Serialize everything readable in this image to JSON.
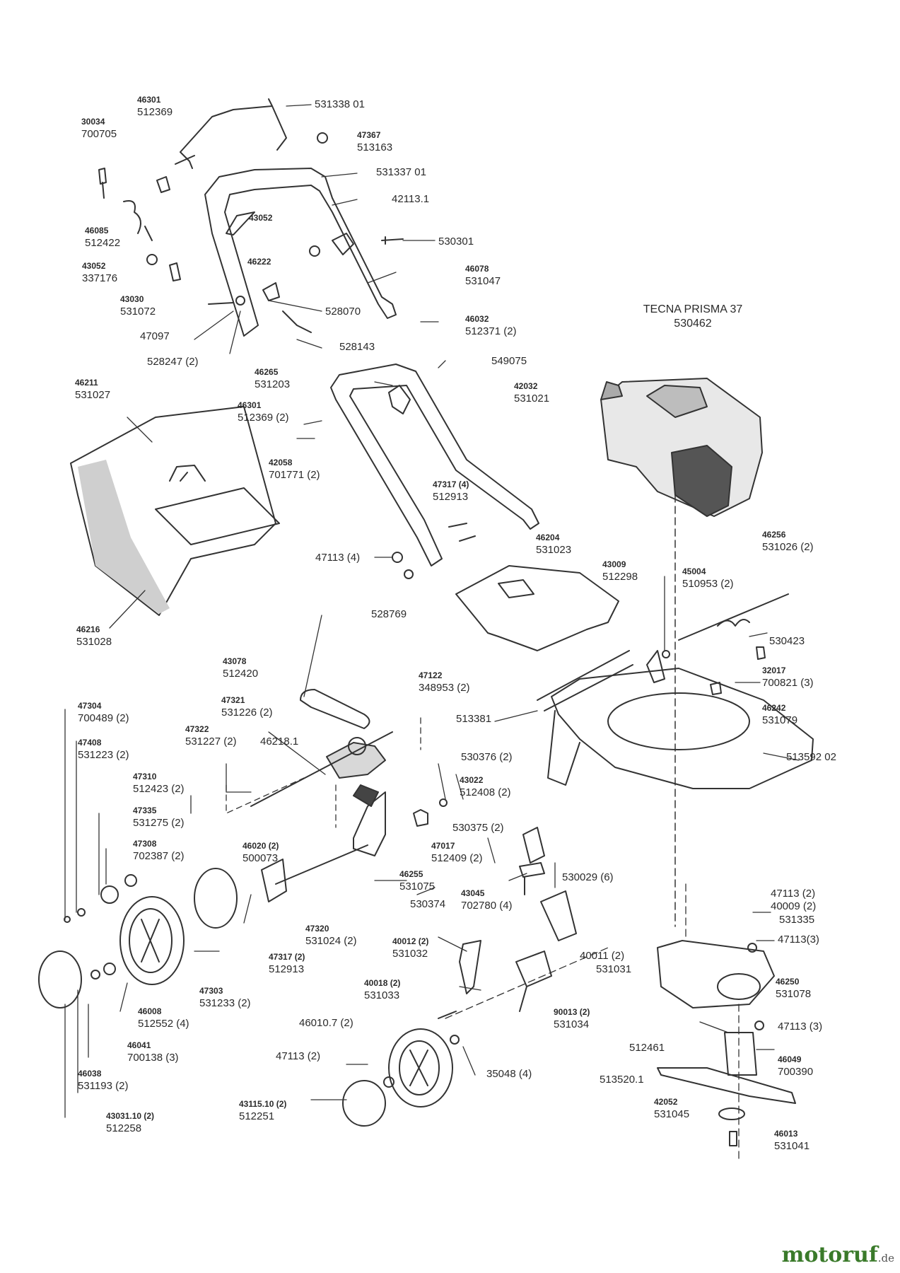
{
  "engine": {
    "name": "TECNA PRISMA 37",
    "part": "530462"
  },
  "brand": {
    "name": "motoruf",
    "tld": ".de"
  },
  "parts": [
    {
      "id": "p01",
      "a": "30034",
      "b": "700705"
    },
    {
      "id": "p02",
      "a": "46301",
      "b": "512369"
    },
    {
      "id": "p03",
      "a": "",
      "b": "531338 01"
    },
    {
      "id": "p04",
      "a": "47367",
      "b": "513163"
    },
    {
      "id": "p05",
      "a": "",
      "b": "531337 01"
    },
    {
      "id": "p06",
      "a": "",
      "b": "42113.1"
    },
    {
      "id": "p07",
      "a": "43052",
      "b": ""
    },
    {
      "id": "p08",
      "a": "46085",
      "b": "512422"
    },
    {
      "id": "p09",
      "a": "",
      "b": "530301"
    },
    {
      "id": "p10",
      "a": "43052",
      "b": "337176"
    },
    {
      "id": "p11",
      "a": "46222",
      "b": ""
    },
    {
      "id": "p12",
      "a": "46078",
      "b": "531047"
    },
    {
      "id": "p13",
      "a": "43030",
      "b": "531072"
    },
    {
      "id": "p14",
      "a": "",
      "b": "528070"
    },
    {
      "id": "p15",
      "a": "",
      "b": "47097"
    },
    {
      "id": "p16",
      "a": "",
      "b": "528143"
    },
    {
      "id": "p17",
      "a": "",
      "b": "528247 (2)"
    },
    {
      "id": "p18",
      "a": "46032",
      "b": "512371 (2)"
    },
    {
      "id": "p19",
      "a": "",
      "b": "549075"
    },
    {
      "id": "p20",
      "a": "46265",
      "b": "531203"
    },
    {
      "id": "p21",
      "a": "46211",
      "b": "531027"
    },
    {
      "id": "p22",
      "a": "42032",
      "b": "531021"
    },
    {
      "id": "p23",
      "a": "46301",
      "b": "512369 (2)"
    },
    {
      "id": "p24",
      "a": "42058",
      "b": "701771 (2)"
    },
    {
      "id": "p25",
      "a": "47317 (4)",
      "b": "512913"
    },
    {
      "id": "p26",
      "a": "46256",
      "b": "531026 (2)"
    },
    {
      "id": "p27",
      "a": "46204",
      "b": "531023"
    },
    {
      "id": "p28",
      "a": "",
      "b": "47113 (4)"
    },
    {
      "id": "p29",
      "a": "43009",
      "b": "512298"
    },
    {
      "id": "p30",
      "a": "45004",
      "b": "510953 (2)"
    },
    {
      "id": "p31",
      "a": "",
      "b": "528769"
    },
    {
      "id": "p32",
      "a": "46216",
      "b": "531028"
    },
    {
      "id": "p33",
      "a": "",
      "b": "530423"
    },
    {
      "id": "p34",
      "a": "43078",
      "b": "512420"
    },
    {
      "id": "p35",
      "a": "32017",
      "b": "700821 (3)"
    },
    {
      "id": "p36",
      "a": "47122",
      "b": "348953 (2)"
    },
    {
      "id": "p37",
      "a": "47304",
      "b": "700489 (2)"
    },
    {
      "id": "p38",
      "a": "47321",
      "b": "531226 (2)"
    },
    {
      "id": "p39",
      "a": "46242",
      "b": "531079"
    },
    {
      "id": "p40",
      "a": "",
      "b": "513381"
    },
    {
      "id": "p41",
      "a": "47408",
      "b": "531223 (2)"
    },
    {
      "id": "p42",
      "a": "47322",
      "b": "531227 (2)"
    },
    {
      "id": "p43",
      "a": "",
      "b": "46218.1"
    },
    {
      "id": "p44",
      "a": "",
      "b": "530376 (2)"
    },
    {
      "id": "p45",
      "a": "",
      "b": "513592 02"
    },
    {
      "id": "p46",
      "a": "47310",
      "b": "512423 (2)"
    },
    {
      "id": "p47",
      "a": "43022",
      "b": "512408 (2)"
    },
    {
      "id": "p48",
      "a": "47335",
      "b": "531275 (2)"
    },
    {
      "id": "p49",
      "a": "",
      "b": "530375 (2)"
    },
    {
      "id": "p50",
      "a": "47308",
      "b": "702387 (2)"
    },
    {
      "id": "p51",
      "a": "46020 (2)",
      "b": "500073"
    },
    {
      "id": "p52",
      "a": "47017",
      "b": "512409 (2)"
    },
    {
      "id": "p53",
      "a": "46255",
      "b": "531075"
    },
    {
      "id": "p54",
      "a": "",
      "b": "530029 (6)"
    },
    {
      "id": "p55",
      "a": "43045",
      "b": "702780 (4)"
    },
    {
      "id": "p56",
      "a": "",
      "b": "47113 (2)"
    },
    {
      "id": "p57",
      "a": "",
      "b": "530374"
    },
    {
      "id": "p58",
      "a": "",
      "b": "40009 (2)"
    },
    {
      "id": "p59",
      "a": "",
      "b": "531335"
    },
    {
      "id": "p60",
      "a": "47320",
      "b": "531024 (2)"
    },
    {
      "id": "p61",
      "a": "40012 (2)",
      "b": "531032"
    },
    {
      "id": "p62",
      "a": "",
      "b": "47113(3)"
    },
    {
      "id": "p63",
      "a": "",
      "b": "40011 (2)"
    },
    {
      "id": "p64",
      "a": "",
      "b": "531031"
    },
    {
      "id": "p65",
      "a": "47317 (2)",
      "b": "512913"
    },
    {
      "id": "p66",
      "a": "40018 (2)",
      "b": "531033"
    },
    {
      "id": "p67",
      "a": "46250",
      "b": "531078"
    },
    {
      "id": "p68",
      "a": "47303",
      "b": "531233 (2)"
    },
    {
      "id": "p69",
      "a": "90013 (2)",
      "b": "531034"
    },
    {
      "id": "p70",
      "a": "",
      "b": "47113 (3)"
    },
    {
      "id": "p71",
      "a": "46008",
      "b": "512552 (4)"
    },
    {
      "id": "p72",
      "a": "",
      "b": "46010.7 (2)"
    },
    {
      "id": "p73",
      "a": "",
      "b": "512461"
    },
    {
      "id": "p74",
      "a": "46041",
      "b": "700138 (3)"
    },
    {
      "id": "p75",
      "a": "",
      "b": "47113 (2)"
    },
    {
      "id": "p76",
      "a": "",
      "b": "35048 (4)"
    },
    {
      "id": "p77",
      "a": "46049",
      "b": "700390"
    },
    {
      "id": "p78",
      "a": "",
      "b": "513520.1"
    },
    {
      "id": "p79",
      "a": "46038",
      "b": "531193 (2)"
    },
    {
      "id": "p80",
      "a": "42052",
      "b": "531045"
    },
    {
      "id": "p81",
      "a": "43031.10 (2)",
      "b": "512258"
    },
    {
      "id": "p82",
      "a": "43115.10 (2)",
      "b": "512251"
    },
    {
      "id": "p83",
      "a": "46013",
      "b": "531041"
    }
  ]
}
